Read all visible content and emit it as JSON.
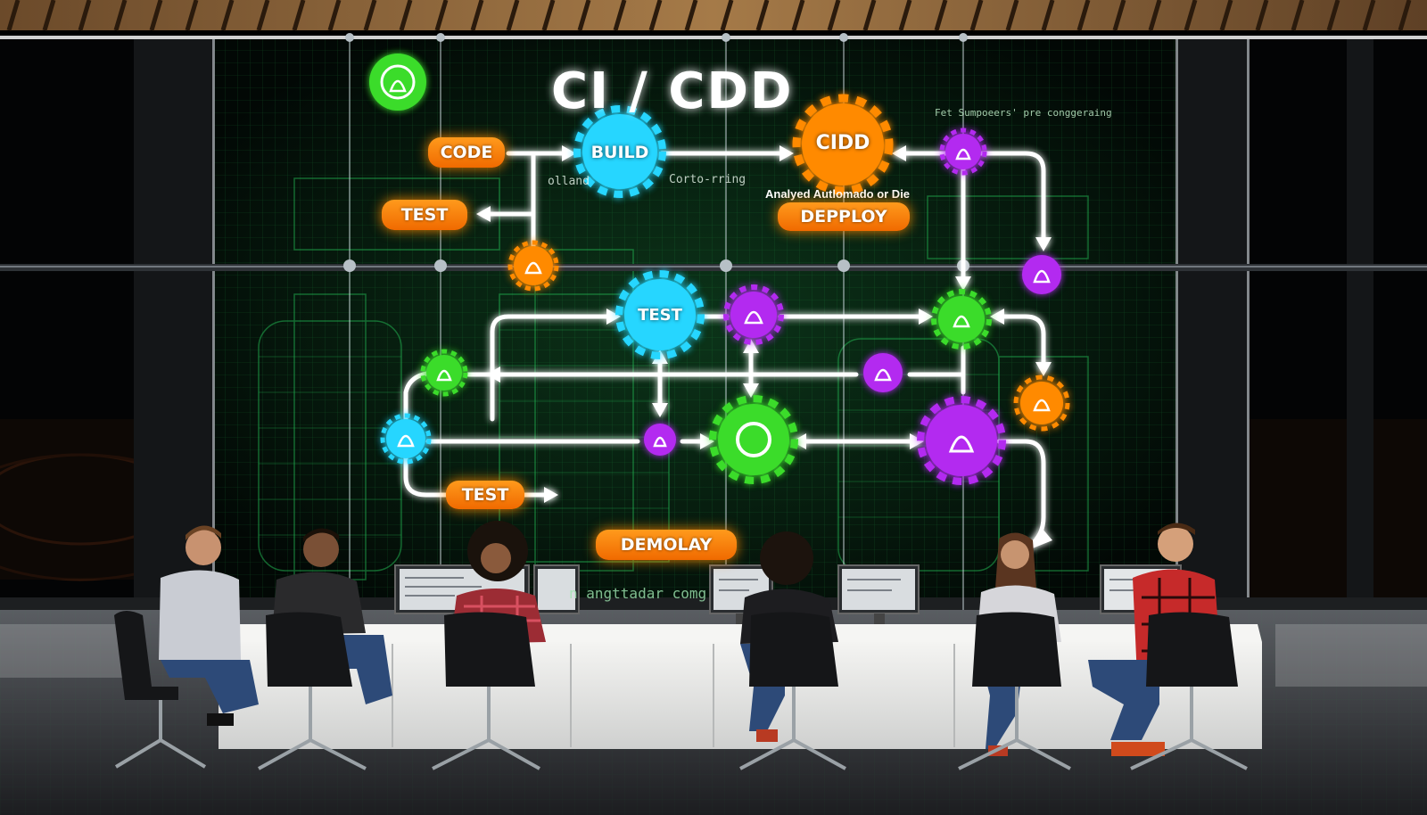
{
  "board": {
    "title": "CI / CDD",
    "pills": {
      "code": "CODE",
      "test_top": "TEST",
      "deploy": "DEPPLOY",
      "test_bottom": "TEST",
      "demolay": "DEMOLAY"
    },
    "nodes": {
      "build": "BUILD",
      "cidd": "CIDD",
      "test_mid": "TEST"
    },
    "annotations": {
      "analyzed": "Analyed Autlomado or Die",
      "olend": "olland",
      "cortoring": "Corto-rring",
      "fine_print": "Fet Sumpoeers' pre conggeraing",
      "bottom": "n angttadar comg"
    }
  },
  "colors": {
    "orange": "#ff8a00",
    "cyan": "#2ad8ff",
    "green": "#37e02a",
    "purple": "#b22cf0",
    "matrix": "#1fa84a"
  }
}
